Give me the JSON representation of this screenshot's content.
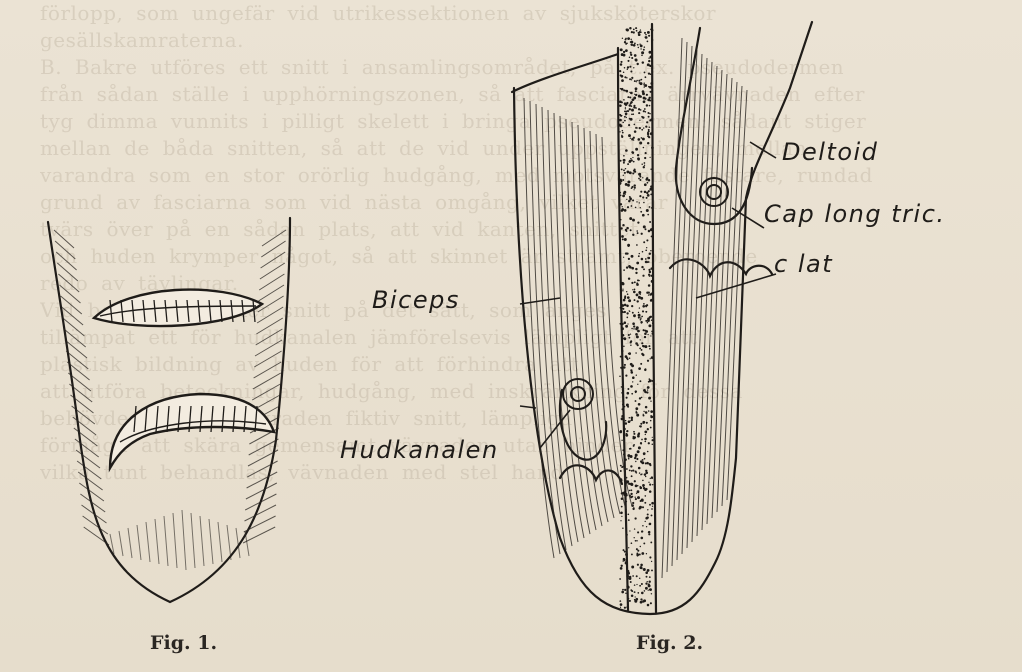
{
  "background_text": [
    "förlopp, som ungefär vid utrikessektionen av sjuksköterskor",
    "gesällskamraterna.",
    "B. Bakre utföres ett snitt i ansamlingsområdet, på t.ex. pseudodermen",
    "från sådan ställe i upphörningszonen, så att fasciarna ärrvävnaden efter",
    "tyg dimma vunnits i pilligt skelett i bringa pseudodermen: sådant stiger",
    "mellan de båda snitten, så att de vid under uppställningen, mellan",
    "varandra som en stor orörlig hudgång, med motsvarande fastare, rundad",
    "grund av fasciarna som vid nästa omgång, vilket varar",
    "tvärs över på en sådan plats, att vid kanten, snittet",
    "och huden krymper något, så att skinnet är stramt, oberoende",
    "redo av tävlingar.",
    "Vid behörig tid sker snitt på det sätt, som anges",
    "tillämpat ett för hudkanalen jämförelsevis lämpligt för att",
    "plastisk bildning av huden för att förhindra att",
    "att utföra beteckningar, hudgång, med inskränkning för dessa",
    "behövdes och i ryggraden fiktiv snitt, lämpliga",
    "förmåga att skära gemensamt vävnaden utan hinder",
    "vilka tunt behandlas, vävnaden med stel hand"
  ],
  "figures": {
    "fig1": {
      "caption": "Fig. 1."
    },
    "fig2": {
      "caption": "Fig. 2.",
      "labels": {
        "deltoid": "Deltoid",
        "cap_long_tric": "Cap long tric.",
        "c_lat": "c lat",
        "biceps": "Biceps",
        "hudkanalen": "Hudkanalen"
      }
    }
  },
  "colors": {
    "paper": "#e9e1d2",
    "ink": "#1f1c19",
    "ghost": "#b7ab98"
  }
}
